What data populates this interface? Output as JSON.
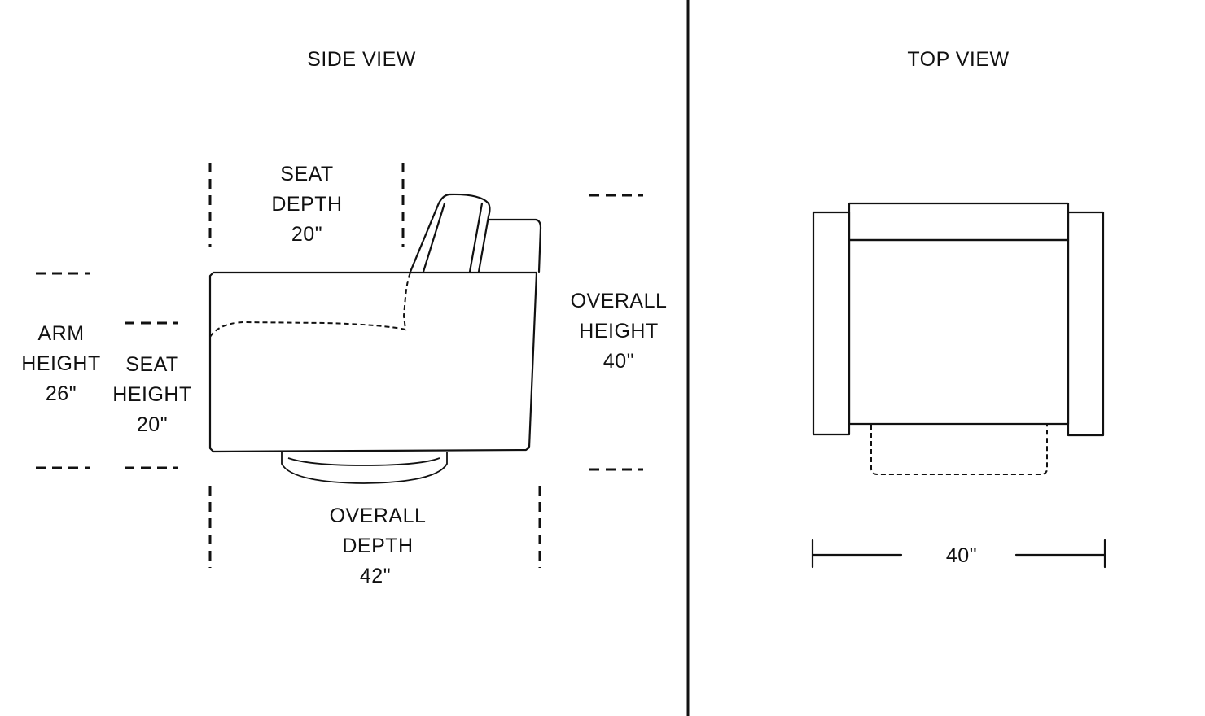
{
  "side_view": {
    "title": "SIDE VIEW",
    "seat_depth": {
      "line1": "SEAT",
      "line2": "DEPTH",
      "value": "20\""
    },
    "arm_height": {
      "line1": "ARM",
      "line2": "HEIGHT",
      "value": "26\""
    },
    "seat_height": {
      "line1": "SEAT",
      "line2": "HEIGHT",
      "value": "20\""
    },
    "overall_height": {
      "line1": "OVERALL",
      "line2": "HEIGHT",
      "value": "40\""
    },
    "overall_depth": {
      "line1": "OVERALL",
      "line2": "DEPTH",
      "value": "42\""
    }
  },
  "top_view": {
    "title": "TOP VIEW",
    "width": {
      "value": "40\""
    }
  }
}
